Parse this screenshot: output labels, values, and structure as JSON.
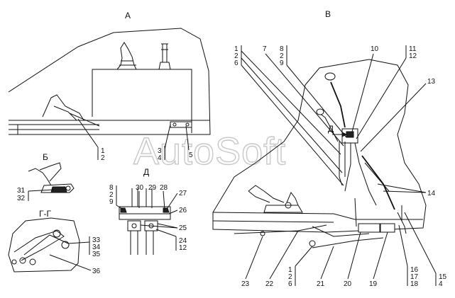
{
  "watermark": "AutoSoft",
  "views": {
    "A": "А",
    "B": "В",
    "Bb": "Б",
    "D": "Д",
    "GG": "Г-Г",
    "D_arrow": "Д"
  },
  "labels": {
    "a_1": "1",
    "a_2": "2",
    "a_3": "3",
    "a_4": "4",
    "a_5": "5",
    "b_31": "31",
    "b_32": "32",
    "gg_33": "33",
    "gg_34": "34",
    "gg_35": "35",
    "gg_36": "36",
    "d_8": "8",
    "d_2": "2",
    "d_9": "9",
    "d_30": "30",
    "d_29": "29",
    "d_28": "28",
    "d_27": "27",
    "d_26": "26",
    "d_25": "25",
    "d_24": "24",
    "d_12": "12",
    "v_1": "1",
    "v_2": "2",
    "v_6": "6",
    "v_7": "7",
    "v_8": "8",
    "v_2b": "2",
    "v_9": "9",
    "v_10": "10",
    "v_11": "11",
    "v_12": "12",
    "v_13": "13",
    "v_14": "14",
    "v_23": "23",
    "v_22": "22",
    "v_1b": "1",
    "v_2c": "2",
    "v_6b": "6",
    "v_21": "21",
    "v_20": "20",
    "v_19": "19",
    "v_16": "16",
    "v_17": "17",
    "v_18": "18",
    "v_15": "15",
    "v_4": "4"
  }
}
